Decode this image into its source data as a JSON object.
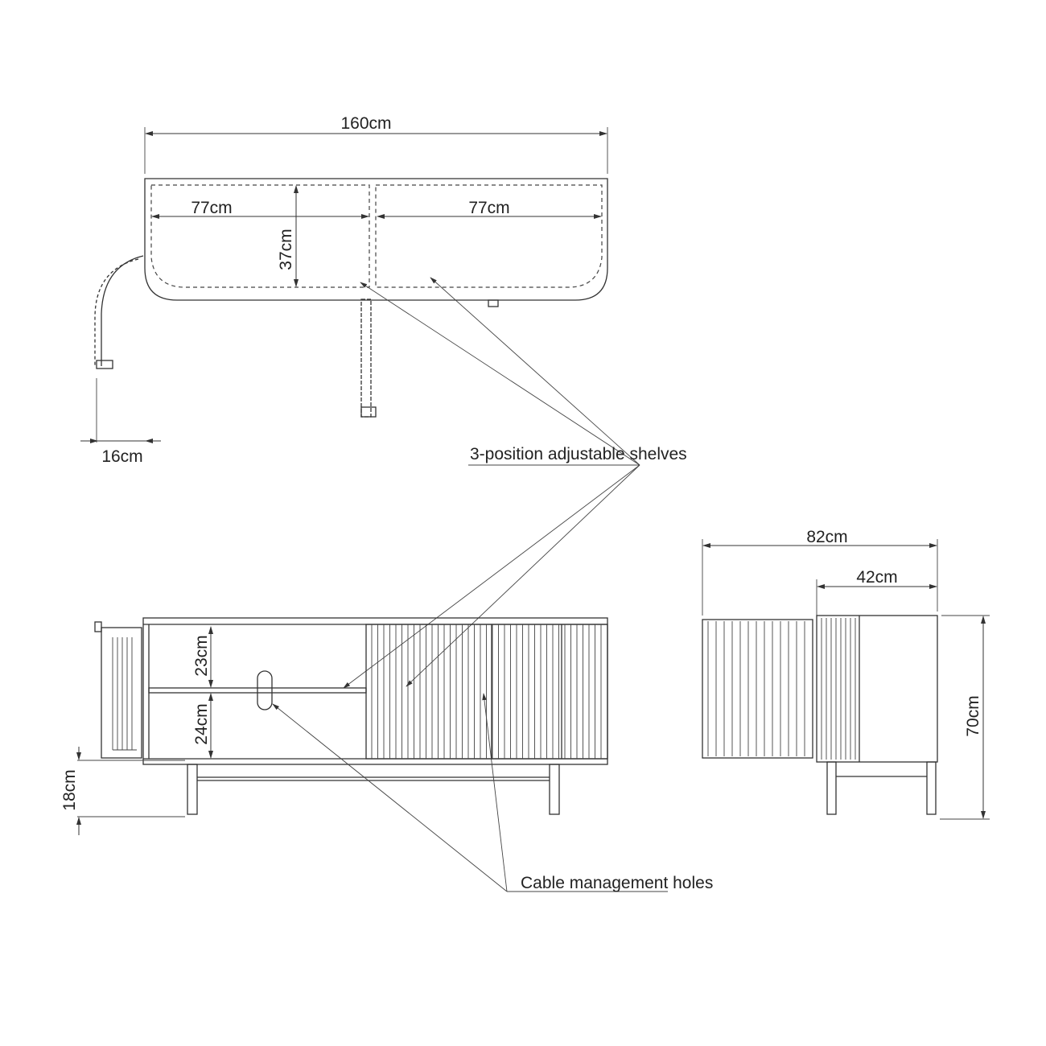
{
  "top_view": {
    "overall_width": "160cm",
    "left_compartment_width": "77cm",
    "right_compartment_width": "77cm",
    "depth": "37cm",
    "door_swing_clearance": "16cm"
  },
  "front_view": {
    "upper_shelf_height": "23cm",
    "lower_shelf_height": "24cm",
    "leg_height": "18cm"
  },
  "side_view": {
    "open_door_depth": "82cm",
    "cabinet_depth": "42cm",
    "total_height": "70cm"
  },
  "callouts": {
    "shelves": "3-position adjustable shelves",
    "cable": "Cable management holes"
  },
  "colors": {
    "line": "#333333",
    "background": "#ffffff"
  }
}
